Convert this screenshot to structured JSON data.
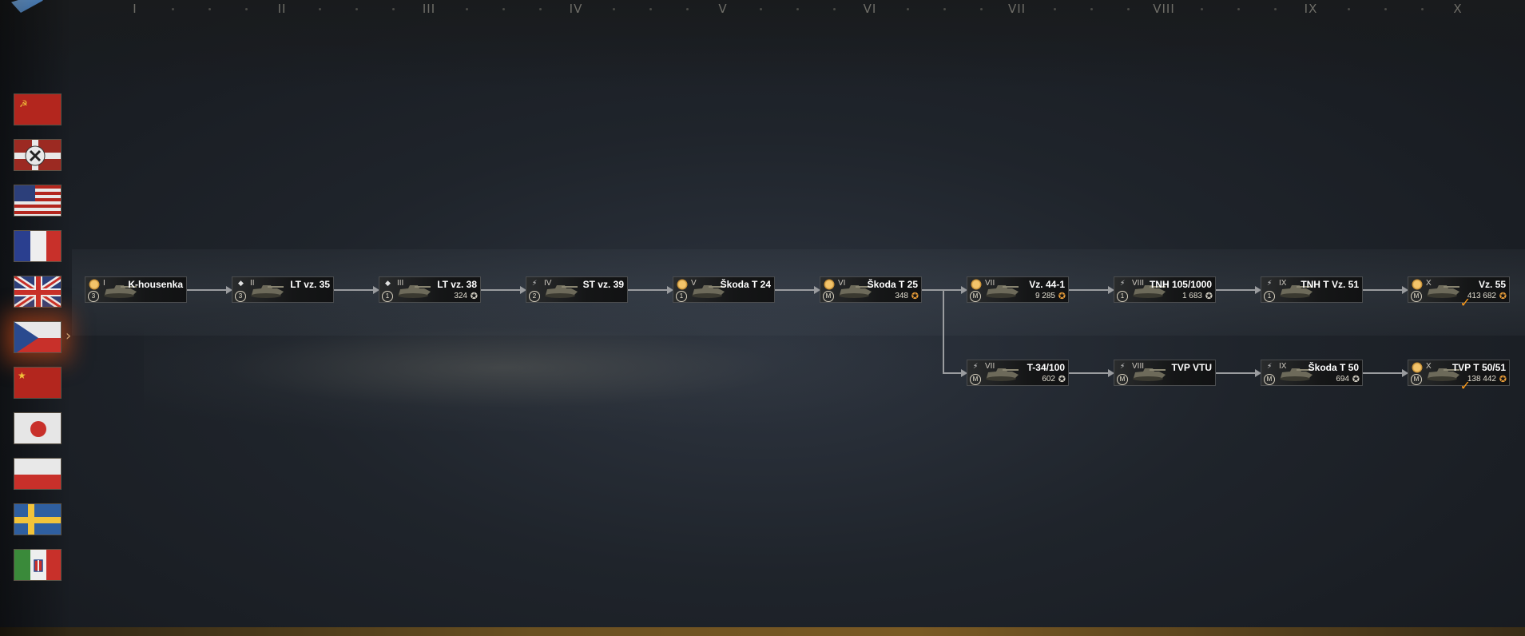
{
  "tiers": [
    "I",
    "II",
    "III",
    "IV",
    "V",
    "VI",
    "VII",
    "VIII",
    "IX",
    "X"
  ],
  "nations": [
    {
      "id": "ussr",
      "selected": false
    },
    {
      "id": "germany",
      "selected": false
    },
    {
      "id": "usa",
      "selected": false
    },
    {
      "id": "france",
      "selected": false
    },
    {
      "id": "uk",
      "selected": false
    },
    {
      "id": "czech",
      "selected": true
    },
    {
      "id": "china",
      "selected": false
    },
    {
      "id": "japan",
      "selected": false
    },
    {
      "id": "poland",
      "selected": false
    },
    {
      "id": "sweden",
      "selected": false
    },
    {
      "id": "italy",
      "selected": false
    }
  ],
  "selected_arrow": "›",
  "tanks": {
    "k_housenka": {
      "name": "K-housenka",
      "tier": "I",
      "xp": "",
      "rank": "3",
      "class_icon": "",
      "elite": false
    },
    "lt_vz_35": {
      "name": "LT vz. 35",
      "tier": "II",
      "xp": "",
      "rank": "3",
      "class_icon": "◆",
      "elite": false
    },
    "lt_vz_38": {
      "name": "LT vz. 38",
      "tier": "III",
      "xp": "324",
      "rank": "1",
      "class_icon": "◆",
      "elite": false
    },
    "st_vz_39": {
      "name": "ST vz. 39",
      "tier": "IV",
      "xp": "",
      "rank": "2",
      "class_icon": "⚡",
      "elite": false
    },
    "skoda_t24": {
      "name": "Škoda T 24",
      "tier": "V",
      "xp": "",
      "rank": "1",
      "class_icon": "",
      "elite": false
    },
    "skoda_t25": {
      "name": "Škoda T 25",
      "tier": "VI",
      "xp": "348",
      "rank": "M",
      "class_icon": "",
      "elite": false
    },
    "vz_44_1": {
      "name": "Vz. 44-1",
      "tier": "VII",
      "xp": "9 285",
      "rank": "M",
      "class_icon": "",
      "elite": false
    },
    "tnh_105": {
      "name": "TNH 105/1000",
      "tier": "VIII",
      "xp": "1 683",
      "rank": "1",
      "class_icon": "⚡",
      "elite": false
    },
    "tnh_t_vz_51": {
      "name": "TNH T Vz. 51",
      "tier": "IX",
      "xp": "",
      "rank": "1",
      "class_icon": "⚡",
      "elite": false
    },
    "vz_55": {
      "name": "Vz. 55",
      "tier": "X",
      "xp": "413 682",
      "rank": "M",
      "class_icon": "",
      "elite": true
    },
    "t34_100": {
      "name": "T-34/100",
      "tier": "VII",
      "xp": "602",
      "rank": "M",
      "class_icon": "⚡",
      "elite": false
    },
    "tvp_vtu": {
      "name": "TVP VTU",
      "tier": "VIII",
      "xp": "",
      "rank": "M",
      "class_icon": "⚡",
      "elite": false
    },
    "skoda_t50": {
      "name": "Škoda T 50",
      "tier": "IX",
      "xp": "694",
      "rank": "M",
      "class_icon": "⚡",
      "elite": false
    },
    "tvp_t_50_51": {
      "name": "TVP T 50/51",
      "tier": "X",
      "xp": "138 442",
      "rank": "M",
      "class_icon": "",
      "elite": true
    }
  },
  "xp_icon": "✪",
  "elite_mark": "✓",
  "colors": {
    "accent": "#ff9c1a",
    "connector": "#9a9c9f",
    "selected_glow": "#e6501e"
  }
}
